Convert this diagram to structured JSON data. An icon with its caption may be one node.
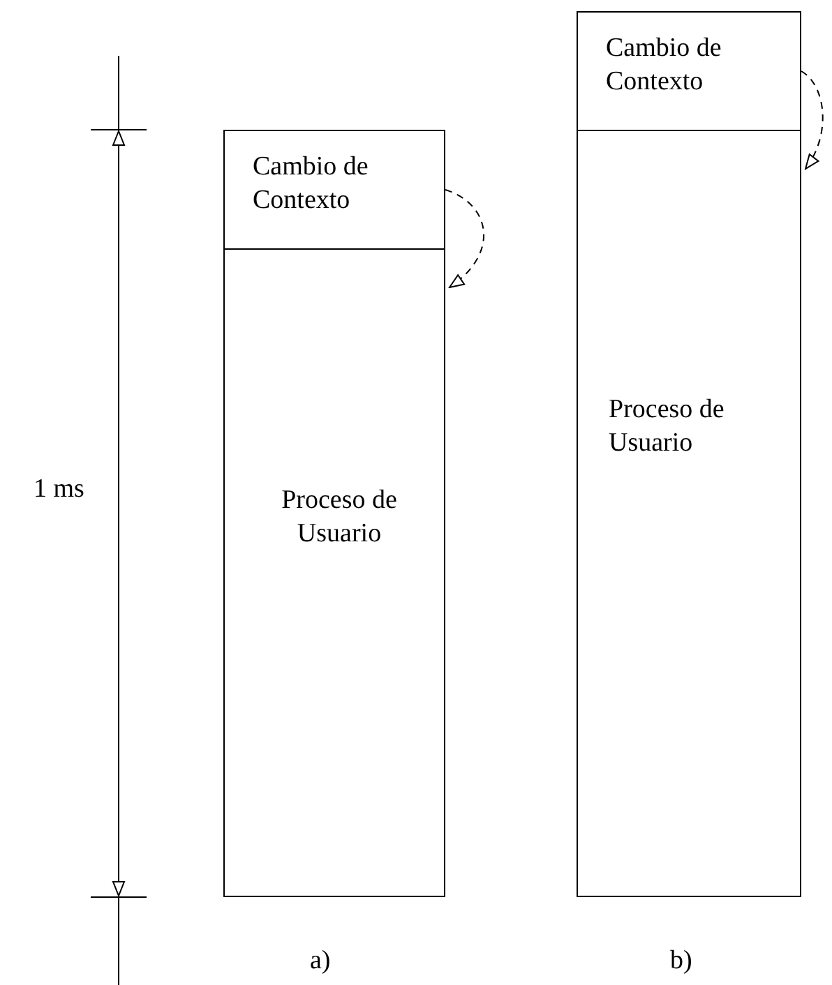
{
  "diagram": {
    "nodes": [
      {
        "text": [
          "Cambio de Contexto"
        ]
      },
      {
        "text": [
          "Proceso de Usuario"
        ]
      },
      {
        "text": [
          "Cambio de Contexto"
        ]
      },
      {
        "text": [
          "Proceso de Usuario"
        ]
      }
    ],
    "edges": [
      {
        "from": 0,
        "to": 1,
        "arrow": "to",
        "style": "dashed"
      },
      {
        "from": 2,
        "to": 3,
        "arrow": "to",
        "style": "dashed"
      }
    ],
    "labels": [
      "1 ms",
      "a)",
      "b)"
    ]
  }
}
